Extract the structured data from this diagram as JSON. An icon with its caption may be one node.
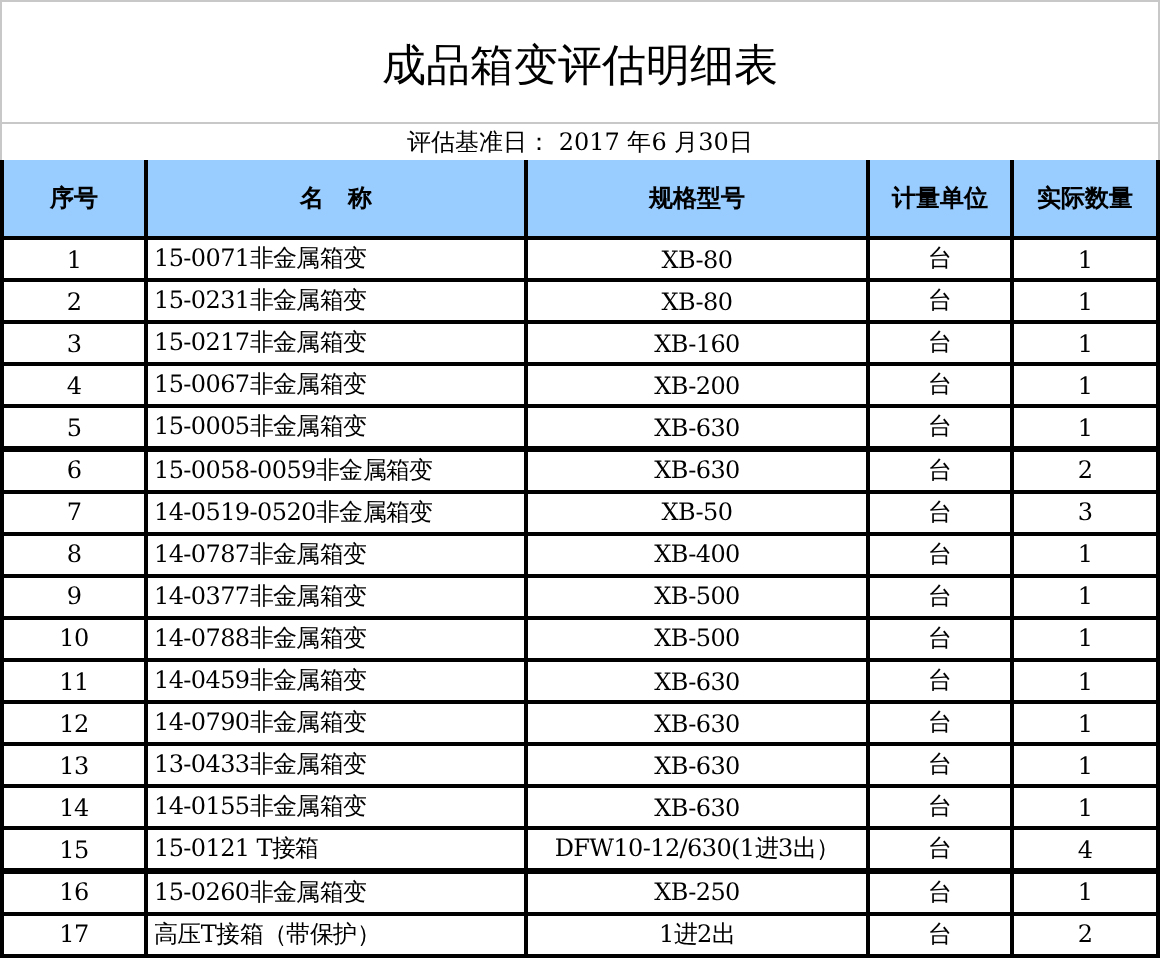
{
  "diagram": {
    "title": "成品箱变评估明细表",
    "labels": [
      "评估基准日： 2017 年6 月30日",
      "序号",
      "名　称",
      "规格型号",
      "计量单位",
      "实际数量",
      "1",
      "15-0071非金属箱变",
      "XB-80",
      "台",
      "1",
      "2",
      "15-0231非金属箱变",
      "XB-80",
      "台",
      "1",
      "3",
      "15-0217非金属箱变",
      "XB-160",
      "台",
      "1",
      "4",
      "15-0067非金属箱变",
      "XB-200",
      "台",
      "1",
      "5",
      "15-0005非金属箱变",
      "XB-630",
      "台",
      "1",
      "6",
      "15-0058-0059非金属箱变",
      "XB-630",
      "台",
      "2",
      "7",
      "14-0519-0520非金属箱变",
      "XB-50",
      "台",
      "3",
      "8",
      "14-0787非金属箱变",
      "XB-400",
      "台",
      "1",
      "9",
      "14-0377非金属箱变",
      "XB-500",
      "台",
      "1",
      "10",
      "14-0788非金属箱变",
      "XB-500",
      "台",
      "1",
      "11",
      "14-0459非金属箱变",
      "XB-630",
      "台",
      "1",
      "12",
      "14-0790非金属箱变",
      "XB-630",
      "台",
      "1",
      "13",
      "13-0433非金属箱变",
      "XB-630",
      "台",
      "1",
      "14",
      "14-0155非金属箱变",
      "XB-630",
      "台",
      "1",
      "15",
      "15-0121 T接箱",
      "DFW10-12/630(1进3出）",
      "台",
      "4",
      "16",
      "15-0260非金属箱变",
      "XB-250",
      "台",
      "1",
      "17",
      "高压T接箱（带保护）",
      "1进2出",
      "台",
      "2"
    ]
  }
}
